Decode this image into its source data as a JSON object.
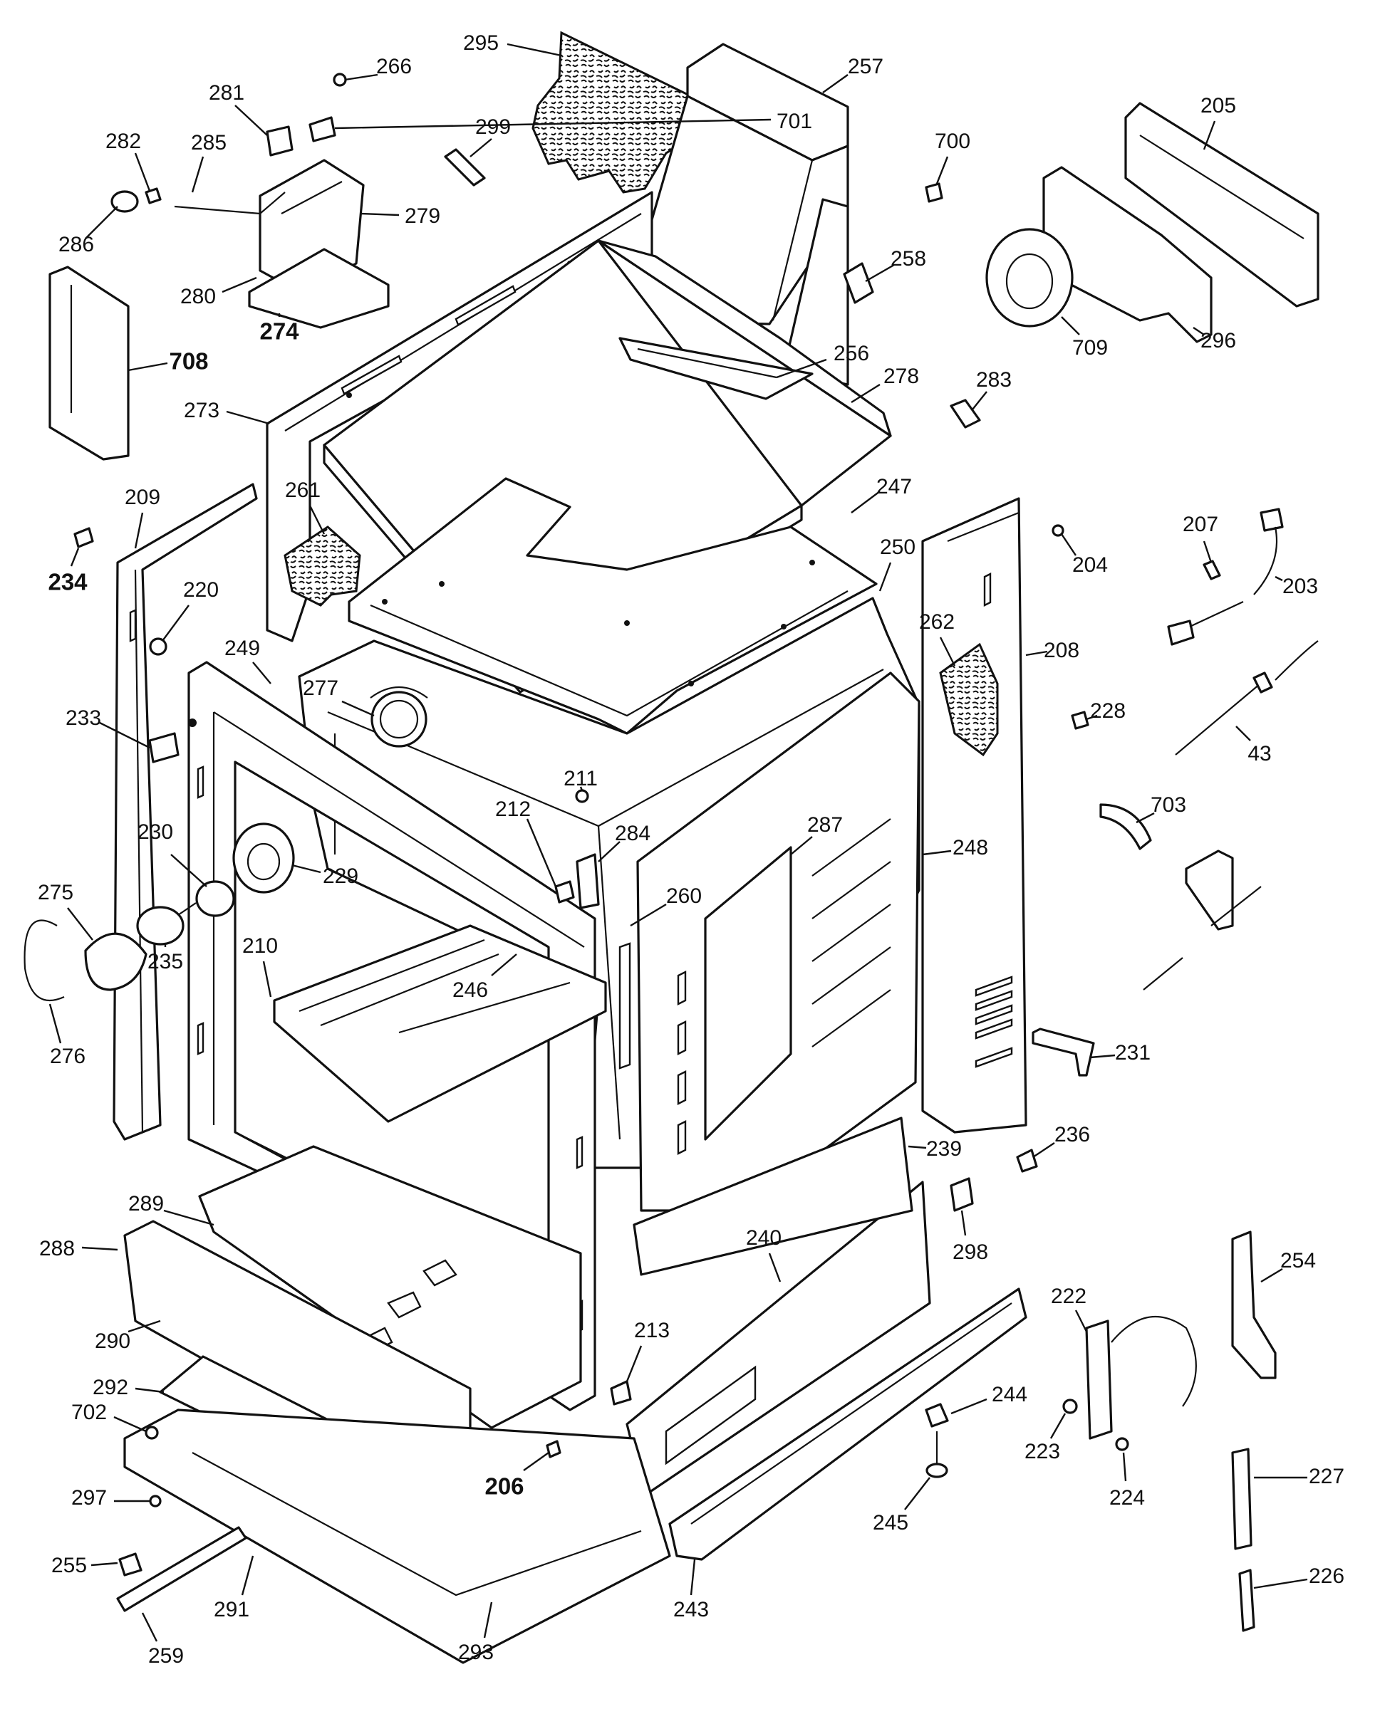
{
  "labels": [
    {
      "id": "295",
      "text": "295",
      "bold": false
    },
    {
      "id": "266",
      "text": "266",
      "bold": false
    },
    {
      "id": "281",
      "text": "281",
      "bold": false
    },
    {
      "id": "701",
      "text": "701",
      "bold": false
    },
    {
      "id": "257",
      "text": "257",
      "bold": false
    },
    {
      "id": "205",
      "text": "205",
      "bold": false
    },
    {
      "id": "299",
      "text": "299",
      "bold": false
    },
    {
      "id": "282",
      "text": "282",
      "bold": false
    },
    {
      "id": "285",
      "text": "285",
      "bold": false
    },
    {
      "id": "700",
      "text": "700",
      "bold": false
    },
    {
      "id": "279",
      "text": "279",
      "bold": false
    },
    {
      "id": "286",
      "text": "286",
      "bold": false
    },
    {
      "id": "258",
      "text": "258",
      "bold": false
    },
    {
      "id": "280",
      "text": "280",
      "bold": false
    },
    {
      "id": "274",
      "text": "274",
      "bold": true
    },
    {
      "id": "709",
      "text": "709",
      "bold": false
    },
    {
      "id": "296",
      "text": "296",
      "bold": false
    },
    {
      "id": "256",
      "text": "256",
      "bold": false
    },
    {
      "id": "708",
      "text": "708",
      "bold": true
    },
    {
      "id": "278",
      "text": "278",
      "bold": false
    },
    {
      "id": "283",
      "text": "283",
      "bold": false
    },
    {
      "id": "273",
      "text": "273",
      "bold": false
    },
    {
      "id": "247",
      "text": "247",
      "bold": false
    },
    {
      "id": "209",
      "text": "209",
      "bold": false
    },
    {
      "id": "261",
      "text": "261",
      "bold": false
    },
    {
      "id": "207",
      "text": "207",
      "bold": false
    },
    {
      "id": "250",
      "text": "250",
      "bold": false
    },
    {
      "id": "204",
      "text": "204",
      "bold": false
    },
    {
      "id": "203",
      "text": "203",
      "bold": false
    },
    {
      "id": "234",
      "text": "234",
      "bold": true
    },
    {
      "id": "220",
      "text": "220",
      "bold": false
    },
    {
      "id": "262",
      "text": "262",
      "bold": false
    },
    {
      "id": "208",
      "text": "208",
      "bold": false
    },
    {
      "id": "249",
      "text": "249",
      "bold": false
    },
    {
      "id": "277",
      "text": "277",
      "bold": false
    },
    {
      "id": "228",
      "text": "228",
      "bold": false
    },
    {
      "id": "233",
      "text": "233",
      "bold": false
    },
    {
      "id": "43",
      "text": "43",
      "bold": false
    },
    {
      "id": "211",
      "text": "211",
      "bold": false
    },
    {
      "id": "212",
      "text": "212",
      "bold": false
    },
    {
      "id": "703",
      "text": "703",
      "bold": false
    },
    {
      "id": "230",
      "text": "230",
      "bold": false
    },
    {
      "id": "284",
      "text": "284",
      "bold": false
    },
    {
      "id": "287",
      "text": "287",
      "bold": false
    },
    {
      "id": "229",
      "text": "229",
      "bold": false
    },
    {
      "id": "248",
      "text": "248",
      "bold": false
    },
    {
      "id": "275",
      "text": "275",
      "bold": false
    },
    {
      "id": "260",
      "text": "260",
      "bold": false
    },
    {
      "id": "210",
      "text": "210",
      "bold": false
    },
    {
      "id": "235",
      "text": "235",
      "bold": false
    },
    {
      "id": "246",
      "text": "246",
      "bold": false
    },
    {
      "id": "231",
      "text": "231",
      "bold": false
    },
    {
      "id": "276",
      "text": "276",
      "bold": false
    },
    {
      "id": "236",
      "text": "236",
      "bold": false
    },
    {
      "id": "239",
      "text": "239",
      "bold": false
    },
    {
      "id": "289",
      "text": "289",
      "bold": false
    },
    {
      "id": "240",
      "text": "240",
      "bold": false
    },
    {
      "id": "298",
      "text": "298",
      "bold": false
    },
    {
      "id": "288",
      "text": "288",
      "bold": false
    },
    {
      "id": "254",
      "text": "254",
      "bold": false
    },
    {
      "id": "222",
      "text": "222",
      "bold": false
    },
    {
      "id": "290",
      "text": "290",
      "bold": false
    },
    {
      "id": "213",
      "text": "213",
      "bold": false
    },
    {
      "id": "292",
      "text": "292",
      "bold": false
    },
    {
      "id": "244",
      "text": "244",
      "bold": false
    },
    {
      "id": "702",
      "text": "702",
      "bold": false
    },
    {
      "id": "223",
      "text": "223",
      "bold": false
    },
    {
      "id": "227",
      "text": "227",
      "bold": false
    },
    {
      "id": "206",
      "text": "206",
      "bold": true
    },
    {
      "id": "297",
      "text": "297",
      "bold": false
    },
    {
      "id": "245",
      "text": "245",
      "bold": false
    },
    {
      "id": "224",
      "text": "224",
      "bold": false
    },
    {
      "id": "255",
      "text": "255",
      "bold": false
    },
    {
      "id": "226",
      "text": "226",
      "bold": false
    },
    {
      "id": "291",
      "text": "291",
      "bold": false
    },
    {
      "id": "243",
      "text": "243",
      "bold": false
    },
    {
      "id": "293",
      "text": "293",
      "bold": false
    },
    {
      "id": "259",
      "text": "259",
      "bold": false
    }
  ]
}
